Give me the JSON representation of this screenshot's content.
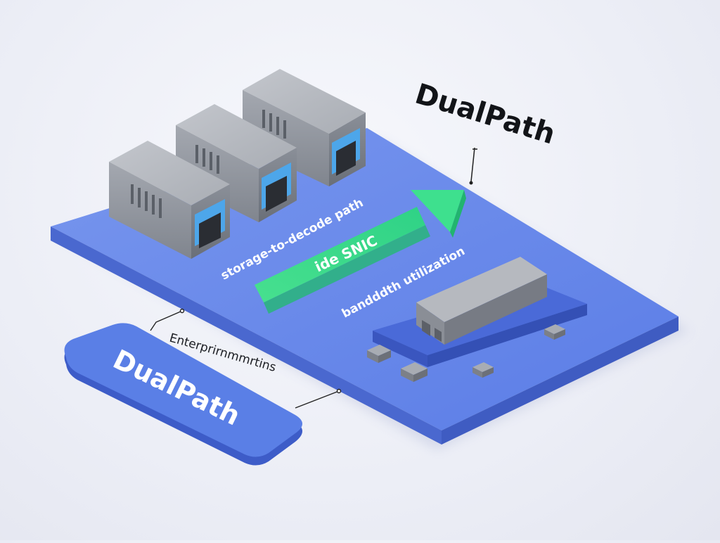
{
  "title": "DualPath",
  "badge_label": "DualPath",
  "labels": {
    "path": "storage-to-decode path",
    "snic": "ide SNIC",
    "bandwidth": "bandddth utilization",
    "enterprise": "Enterprirnmmrtins"
  },
  "colors": {
    "platform": "#5a7fe6",
    "arrow": "#3fe08c",
    "badge": "#5a7fe6",
    "server": "#8c9099"
  }
}
